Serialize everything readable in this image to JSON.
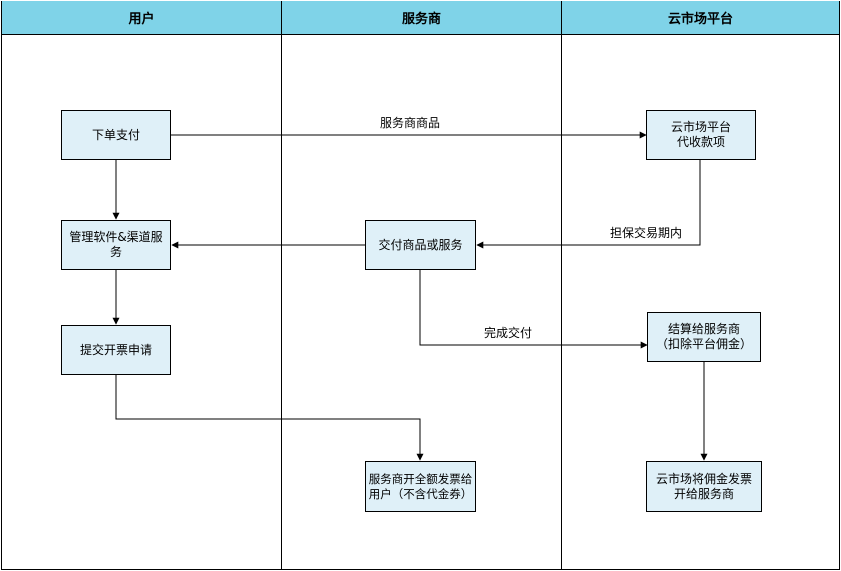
{
  "lanes": {
    "user": "用户",
    "provider": "服务商",
    "platform": "云市场平台"
  },
  "nodes": {
    "order_pay": "下单支付",
    "collect": "云市场平台\n代收款项",
    "manage": "管理软件&渠道服务",
    "deliver": "交付商品或服务",
    "invoice_request": "提交开票申请",
    "settle": "结算给服务商\n（扣除平台佣金）",
    "full_invoice": "服务商开全额发票给\n用户（不含代金券）",
    "commission_invoice": "云市场将佣金发票\n开给服务商"
  },
  "edges": {
    "goods": "服务商商品",
    "escrow": "担保交易期内",
    "done": "完成交付"
  },
  "colors": {
    "header": "#7fd3e8",
    "node_fill": "#dff0f8",
    "line": "#000000"
  }
}
